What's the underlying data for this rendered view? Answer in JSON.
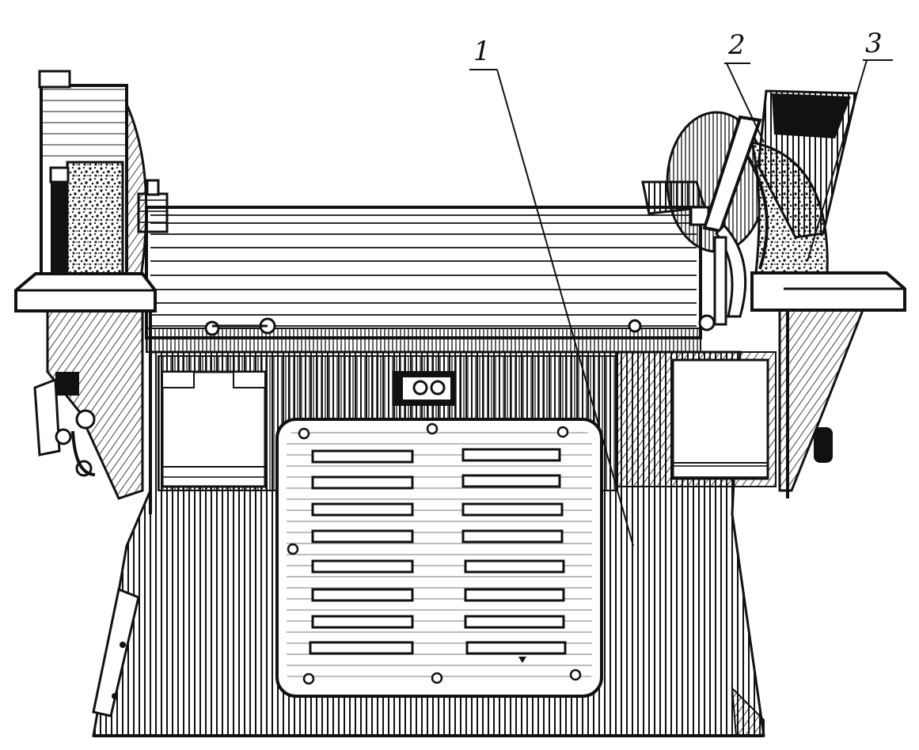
{
  "colors": {
    "ink": "#111111",
    "paper": "#ffffff",
    "grit": "#222222"
  },
  "callouts": [
    {
      "label": "1",
      "part": "motor-housing"
    },
    {
      "label": "2",
      "part": "tool-rest-guard"
    },
    {
      "label": "3",
      "part": "grinding-wheel"
    }
  ]
}
